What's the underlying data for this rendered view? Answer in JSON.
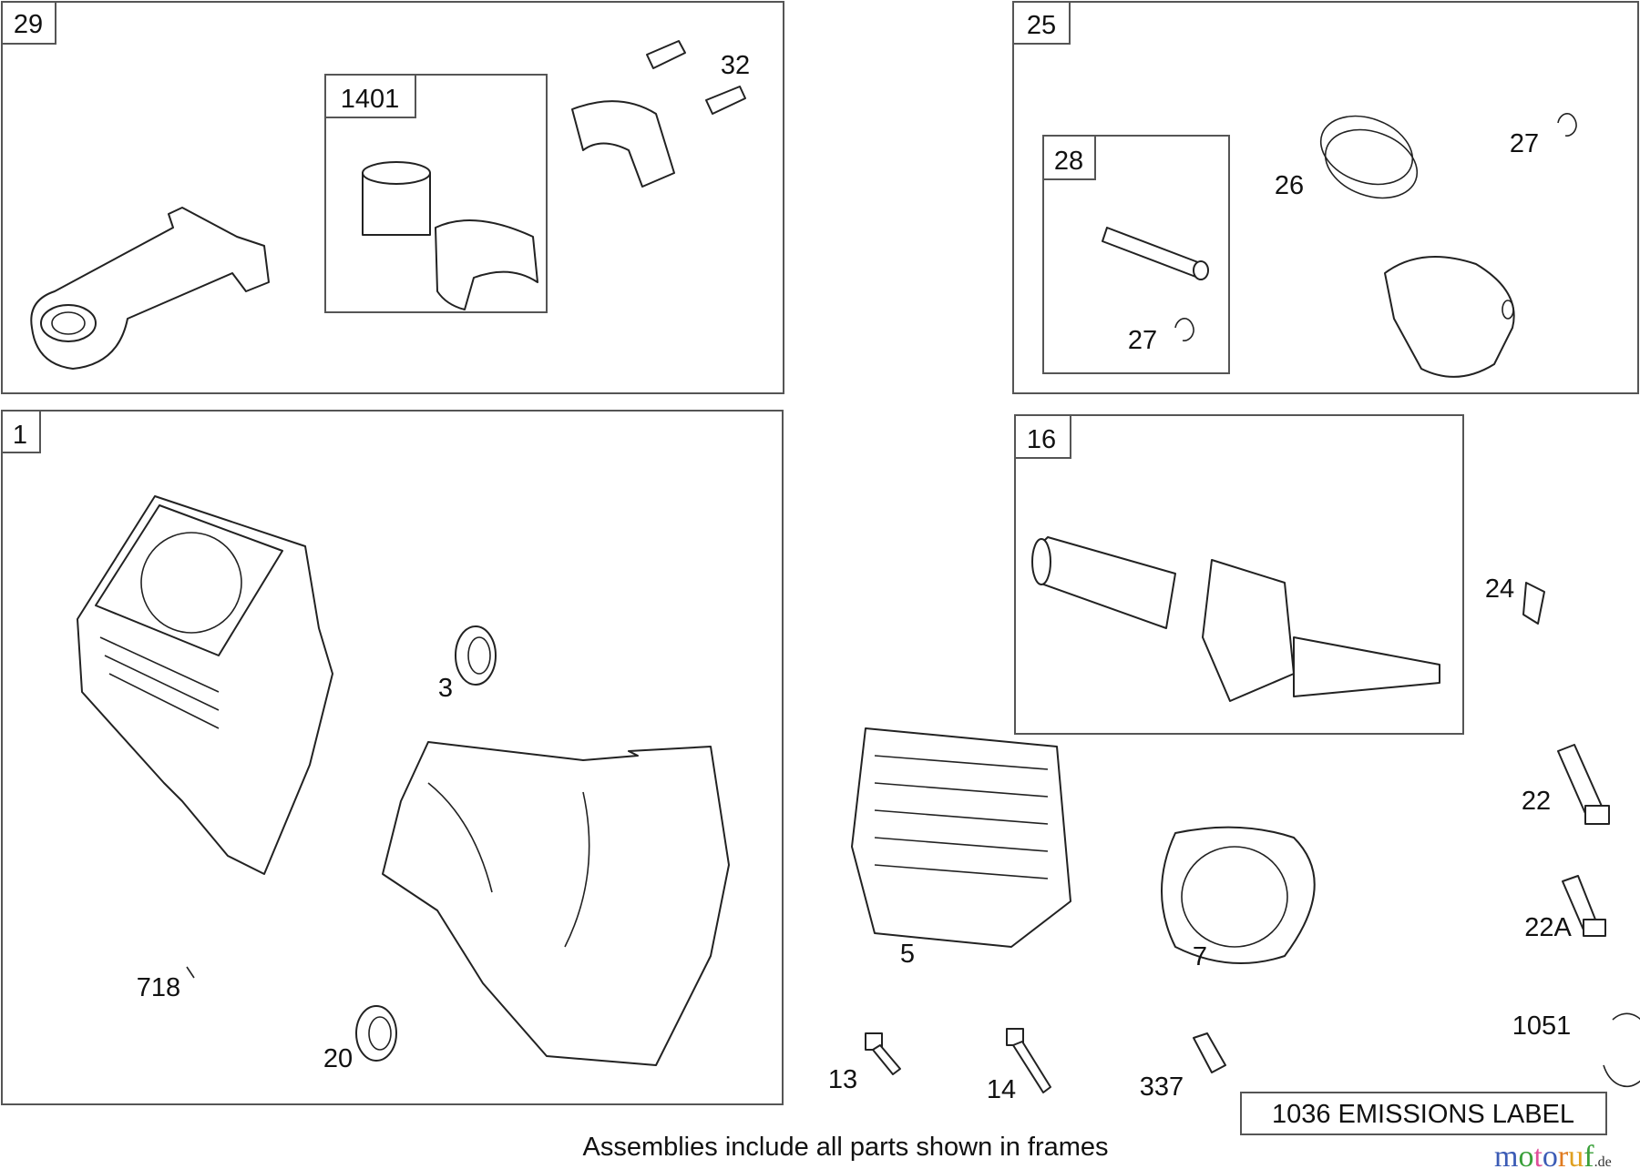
{
  "frames": {
    "f29": "29",
    "f1401": "1401",
    "f25": "25",
    "f28": "28",
    "f1": "1",
    "f16": "16"
  },
  "callouts": {
    "c32": "32",
    "c27a": "27",
    "c27b": "27",
    "c26": "26",
    "c3": "3",
    "c718": "718",
    "c20": "20",
    "c5": "5",
    "c7": "7",
    "c13": "13",
    "c14": "14",
    "c337": "337",
    "c24": "24",
    "c22": "22",
    "c22a": "22A",
    "c1051": "1051"
  },
  "emissions_label": "1036 EMISSIONS LABEL",
  "footer_note": "Assemblies include all parts shown in frames",
  "watermark": {
    "text": "motoruf",
    "suffix": ".de",
    "colors": [
      "#3b5bb5",
      "#3aa03a",
      "#e04f9a",
      "#3b5bb5",
      "#e07b20",
      "#e0a020",
      "#3aa03a"
    ]
  }
}
